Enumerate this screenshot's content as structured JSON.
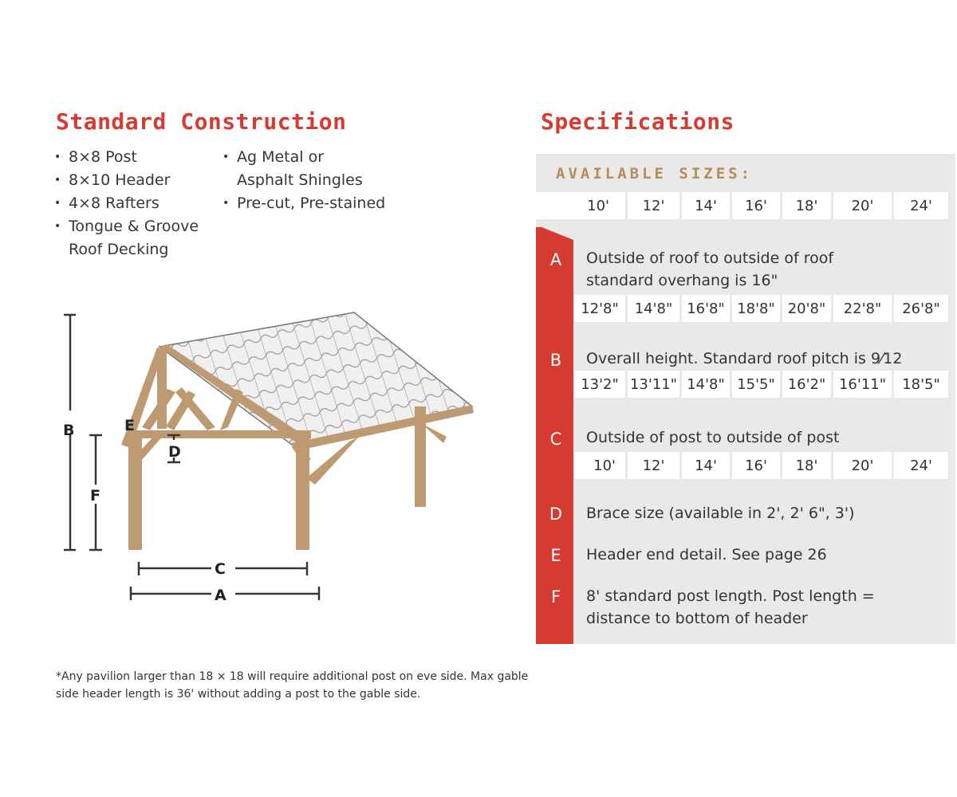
{
  "construction": {
    "title": "Standard Construction",
    "items_col1": [
      "8×8 Post",
      "8×10 Header",
      "4×8 Rafters",
      "Tongue & Groove Roof Decking"
    ],
    "items_col2": [
      "Ag Metal or Asphalt Shingles",
      "Pre-cut, Pre-stained"
    ]
  },
  "diagram": {
    "labels": {
      "A": "A",
      "B": "B",
      "C": "C",
      "D": "D",
      "E": "E",
      "F": "F"
    }
  },
  "footnote": "*Any pavilion larger than 18 × 18 will require additional post on eve side. Max gable side header length is 36' without adding a post to the gable side.",
  "specifications": {
    "title": "Specifications",
    "available_label": "AVAILABLE SIZES:",
    "sizes": [
      "10'",
      "12'",
      "14'",
      "16'",
      "18'",
      "20'",
      "24'"
    ],
    "rows": [
      {
        "letter": "A",
        "description": "Outside of roof to outside of roof standard overhang is 16\"",
        "values": [
          "12'8\"",
          "14'8\"",
          "16'8\"",
          "18'8\"",
          "20'8\"",
          "22'8\"",
          "26'8\""
        ]
      },
      {
        "letter": "B",
        "description": "Overall height. Standard roof pitch is 9⁄12",
        "values": [
          "13'2\"",
          "13'11\"",
          "14'8\"",
          "15'5\"",
          "16'2\"",
          "16'11\"",
          "18'5\""
        ]
      },
      {
        "letter": "C",
        "description": "Outside of post to outside of post",
        "values": [
          "10'",
          "12'",
          "14'",
          "16'",
          "18'",
          "20'",
          "24'"
        ]
      },
      {
        "letter": "D",
        "description": "Brace size (available in 2', 2' 6\", 3')"
      },
      {
        "letter": "E",
        "description": "Header end detail. See page 26"
      },
      {
        "letter": "F",
        "description": "8' standard post length. Post length = distance to bottom of header"
      }
    ],
    "colors": {
      "accent": "#d63a30",
      "gold": "#b28d5e",
      "panel": "#ebe9e7",
      "wood": "#be9a72"
    }
  }
}
